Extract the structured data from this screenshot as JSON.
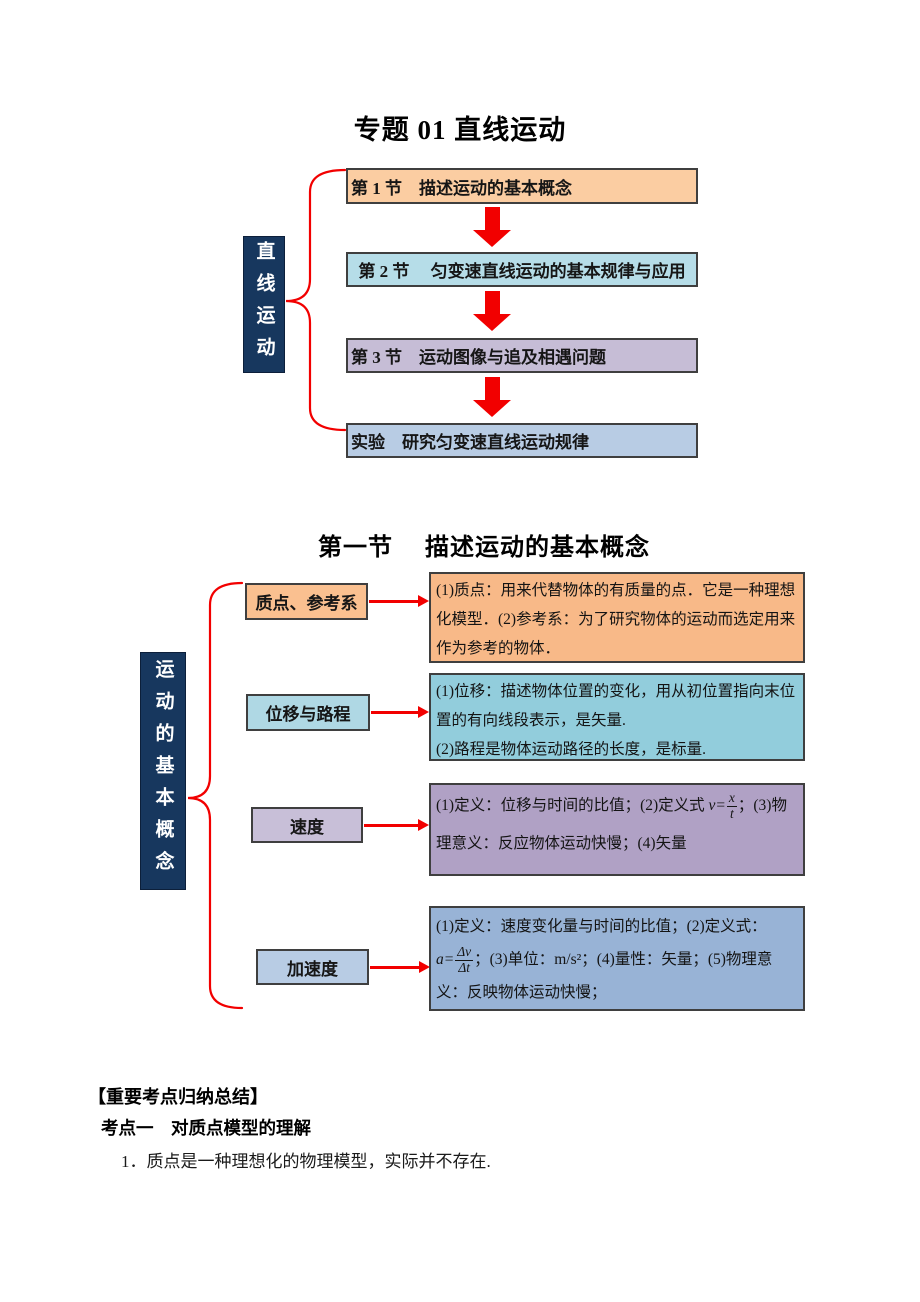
{
  "page": {
    "title": "专题 01 直线运动",
    "section_title": "第一节　 描述运动的基本概念"
  },
  "colors": {
    "accent_red": "#F20000",
    "navy": "#17375E",
    "border_dark": "#3F3F3F"
  },
  "diagram1": {
    "root_label": "直线运动",
    "boxes": [
      {
        "label": "第 1 节　描述运动的基本概念",
        "bg": "#FBCDA2"
      },
      {
        "label": "第 2 节　 匀变速直线运动的基本规律与应用",
        "bg": "#B6DDE8"
      },
      {
        "label": "第 3 节　运动图像与追及相遇问题",
        "bg": "#C6BDD6"
      },
      {
        "label": "实验　研究匀变速直线运动规律",
        "bg": "#B8CCE4"
      }
    ]
  },
  "diagram2": {
    "root_label": "运动的基本概念",
    "rows": [
      {
        "label": "质点、参考系",
        "label_bg": "#FAC090",
        "desc_bg": "#F8B988",
        "desc": "(1)质点：用来代替物体的有质量的点．它是一种理想化模型．(2)参考系：为了研究物体的运动而选定用来作为参考的物体．"
      },
      {
        "label": "位移与路程",
        "label_bg": "#AFD8E4",
        "desc_bg": "#92CDDC",
        "desc": "(1)位移：描述物体位置的变化，用从初位置指向末位置的有向线段表示，是矢量.\n(2)路程是物体运动路径的长度，是标量."
      },
      {
        "label": "速度",
        "label_bg": "#C8BFD8",
        "desc_bg": "#B0A1C5",
        "desc_before": "(1)定义：位移与时间的比值；(2)定义式 ",
        "formula_lead": "v=",
        "frac_num": "x",
        "frac_den": "t",
        "desc_after": "；(3)物理意义：反应物体运动快慢；(4)矢量"
      },
      {
        "label": "加速度",
        "label_bg": "#B8CCE4",
        "desc_bg": "#98B3D6",
        "desc_before": "(1)定义：速度变化量与时间的比值；(2)定义式：",
        "formula_lead": "a=",
        "frac_num": "Δv",
        "frac_den": "Δt",
        "desc_after": "；(3)单位：m/s²；(4)量性：矢量；(5)物理意义：反映物体运动快慢；"
      }
    ]
  },
  "footer": {
    "heading": "【重要考点归纳总结】",
    "subheading": "考点一　对质点模型的理解",
    "item": "1．质点是一种理想化的物理模型，实际并不存在."
  }
}
